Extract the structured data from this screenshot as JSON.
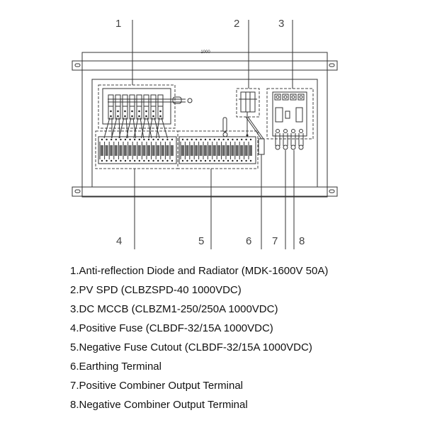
{
  "drawing": {
    "dimension_label": "1000",
    "callouts": [
      "1",
      "2",
      "3",
      "4",
      "5",
      "6",
      "7",
      "8"
    ]
  },
  "legend": [
    "1.Anti-reflection Diode and Radiator (MDK-1600V 50A)",
    "2.PV SPD (CLBZSPD-40 1000VDC)",
    "3.DC MCCB (CLBZM1-250/250A 1000VDC)",
    "4.Positive Fuse (CLBDF-32/15A 1000VDC)",
    "5.Negative Fuse Cutout (CLBDF-32/15A 1000VDC)",
    "6.Earthing Terminal",
    "7.Positive Combiner Output Terminal",
    "8.Negative Combiner Output Terminal"
  ]
}
